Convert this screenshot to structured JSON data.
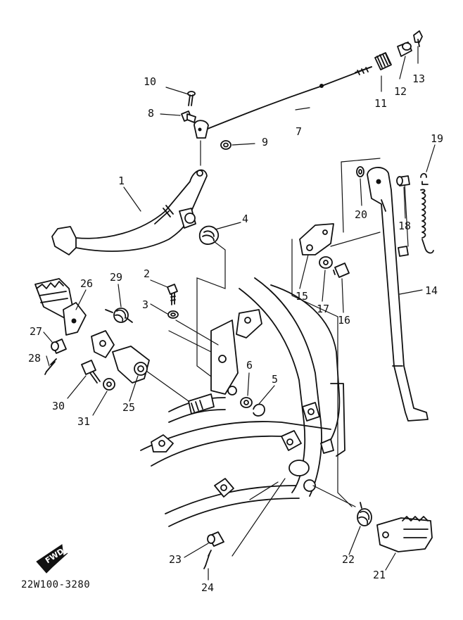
{
  "diagram": {
    "drawing_code": "22W100-3280",
    "fwd_label": "FWD",
    "callouts": {
      "c1": "1",
      "c2": "2",
      "c3": "3",
      "c4": "4",
      "c5": "5",
      "c6": "6",
      "c7": "7",
      "c8": "8",
      "c9": "9",
      "c10": "10",
      "c11": "11",
      "c12": "12",
      "c13": "13",
      "c14": "14",
      "c15": "15",
      "c16": "16",
      "c17": "17",
      "c18": "18",
      "c19": "19",
      "c20": "20",
      "c21": "21",
      "c22": "22",
      "c23": "23",
      "c24": "24",
      "c25": "25",
      "c26": "26",
      "c27": "27",
      "c28": "28",
      "c29": "29",
      "c30": "30",
      "c31": "31"
    }
  }
}
